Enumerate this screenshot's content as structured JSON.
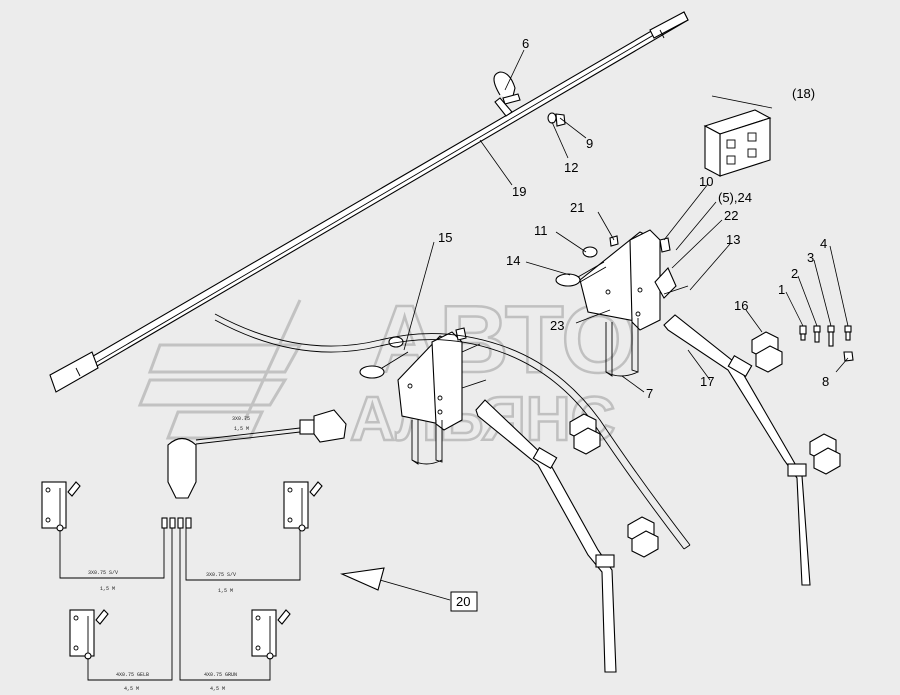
{
  "callouts": {
    "c1": "1",
    "c2": "2",
    "c3": "3",
    "c4": "4",
    "c5_24": "(5),24",
    "c6": "6",
    "c7": "7",
    "c8": "8",
    "c9": "9",
    "c10": "10",
    "c11": "11",
    "c12": "12",
    "c13": "13",
    "c14": "14",
    "c15": "15",
    "c16": "16",
    "c17": "17",
    "c18": "(18)",
    "c19": "19",
    "c20": "20",
    "c21": "21",
    "c22": "22",
    "c23": "23"
  },
  "wiring": {
    "cable_top_left": "3X0.75 S/V",
    "cable_top_left_len": "1,5 M",
    "cable_top_right": "3X0.75 S/V",
    "cable_top_right_len": "1,5 M",
    "cable_bottom_left": "4X0.75 GELB",
    "cable_bottom_left_len": "4,5 M",
    "cable_bottom_right": "4X0.75 GRUN",
    "cable_bottom_right_len": "4,5 M",
    "plug_label": "3X0.75",
    "plug_len": "1,5 M"
  },
  "watermark": {
    "line1": "АВТО",
    "line2": "АЛЬЯНС"
  }
}
